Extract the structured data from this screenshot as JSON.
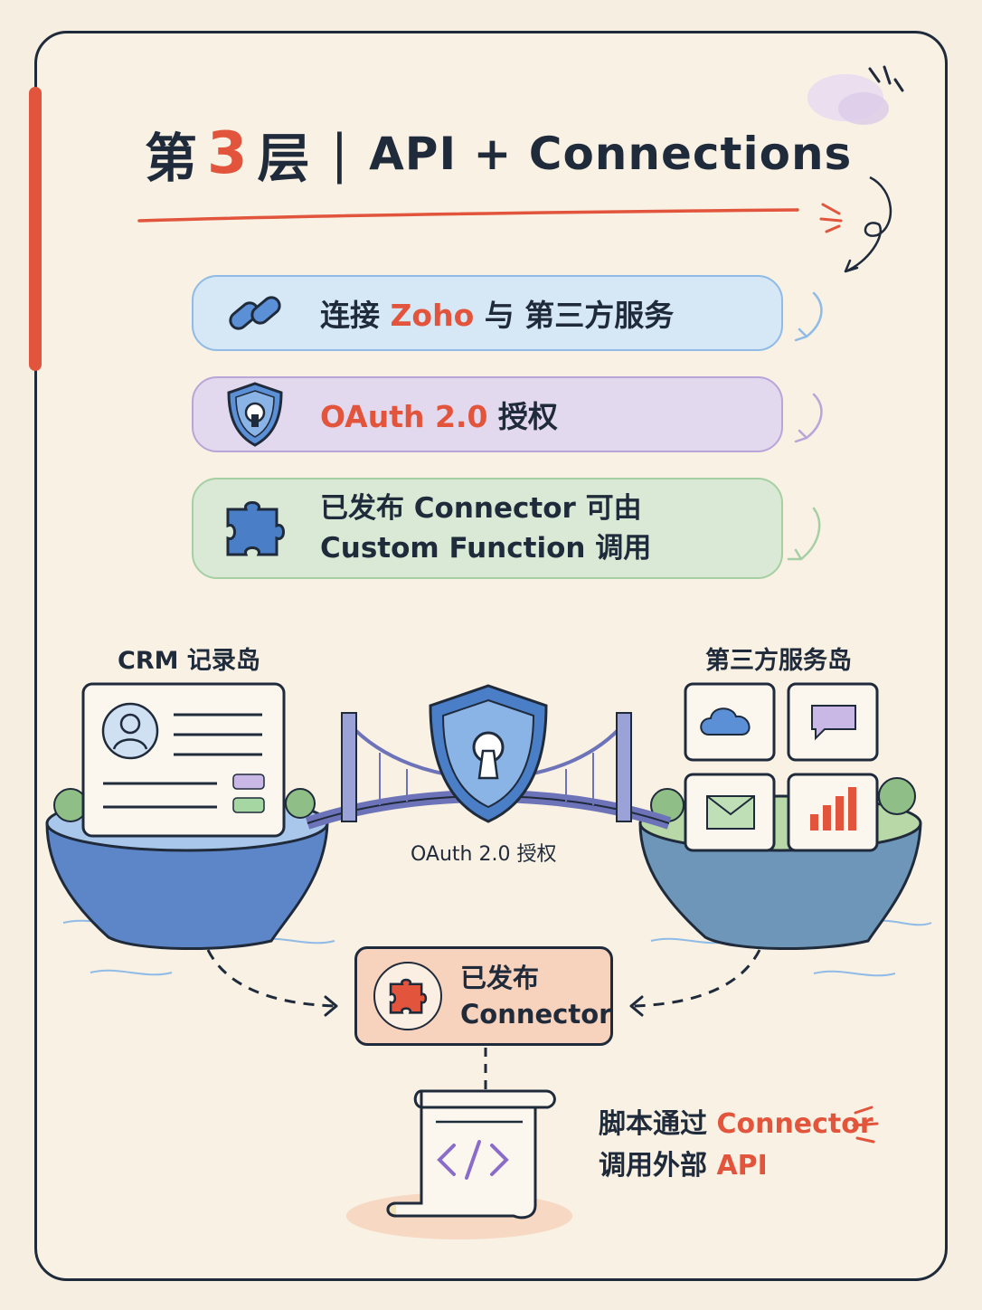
{
  "title": {
    "prefix": "第",
    "number": "3",
    "suffix": "层",
    "separator": "|",
    "subtitle": "API + Connections"
  },
  "cards": [
    {
      "icon": "link-icon",
      "text_before": "连接 ",
      "highlight": "Zoho",
      "text_after": " 与 第三方服务"
    },
    {
      "icon": "shield-lock-icon",
      "highlight": "OAuth 2.0",
      "text_after": " 授权"
    },
    {
      "icon": "puzzle-icon",
      "line1": "已发布 Connector 可由",
      "line2": "Custom Function 调用"
    }
  ],
  "diagram": {
    "left_island_label": "CRM 记录岛",
    "right_island_label": "第三方服务岛",
    "bridge_label": "OAuth 2.0 授权",
    "connector_line1": "已发布",
    "connector_line2": "Connector",
    "script_note_line1_before": "脚本通过 ",
    "script_note_line1_highlight": "Connector",
    "script_note_line2_before": "调用外部 ",
    "script_note_line2_highlight": "API",
    "service_icons": [
      "cloud-icon",
      "chat-bubble-icon",
      "mail-icon",
      "bar-chart-icon"
    ]
  },
  "colors": {
    "accent": "#e2543b",
    "blue": "#4a7fc8",
    "purple": "#b9a5d8",
    "green": "#a6cfa3",
    "ink": "#1f2a3a"
  }
}
